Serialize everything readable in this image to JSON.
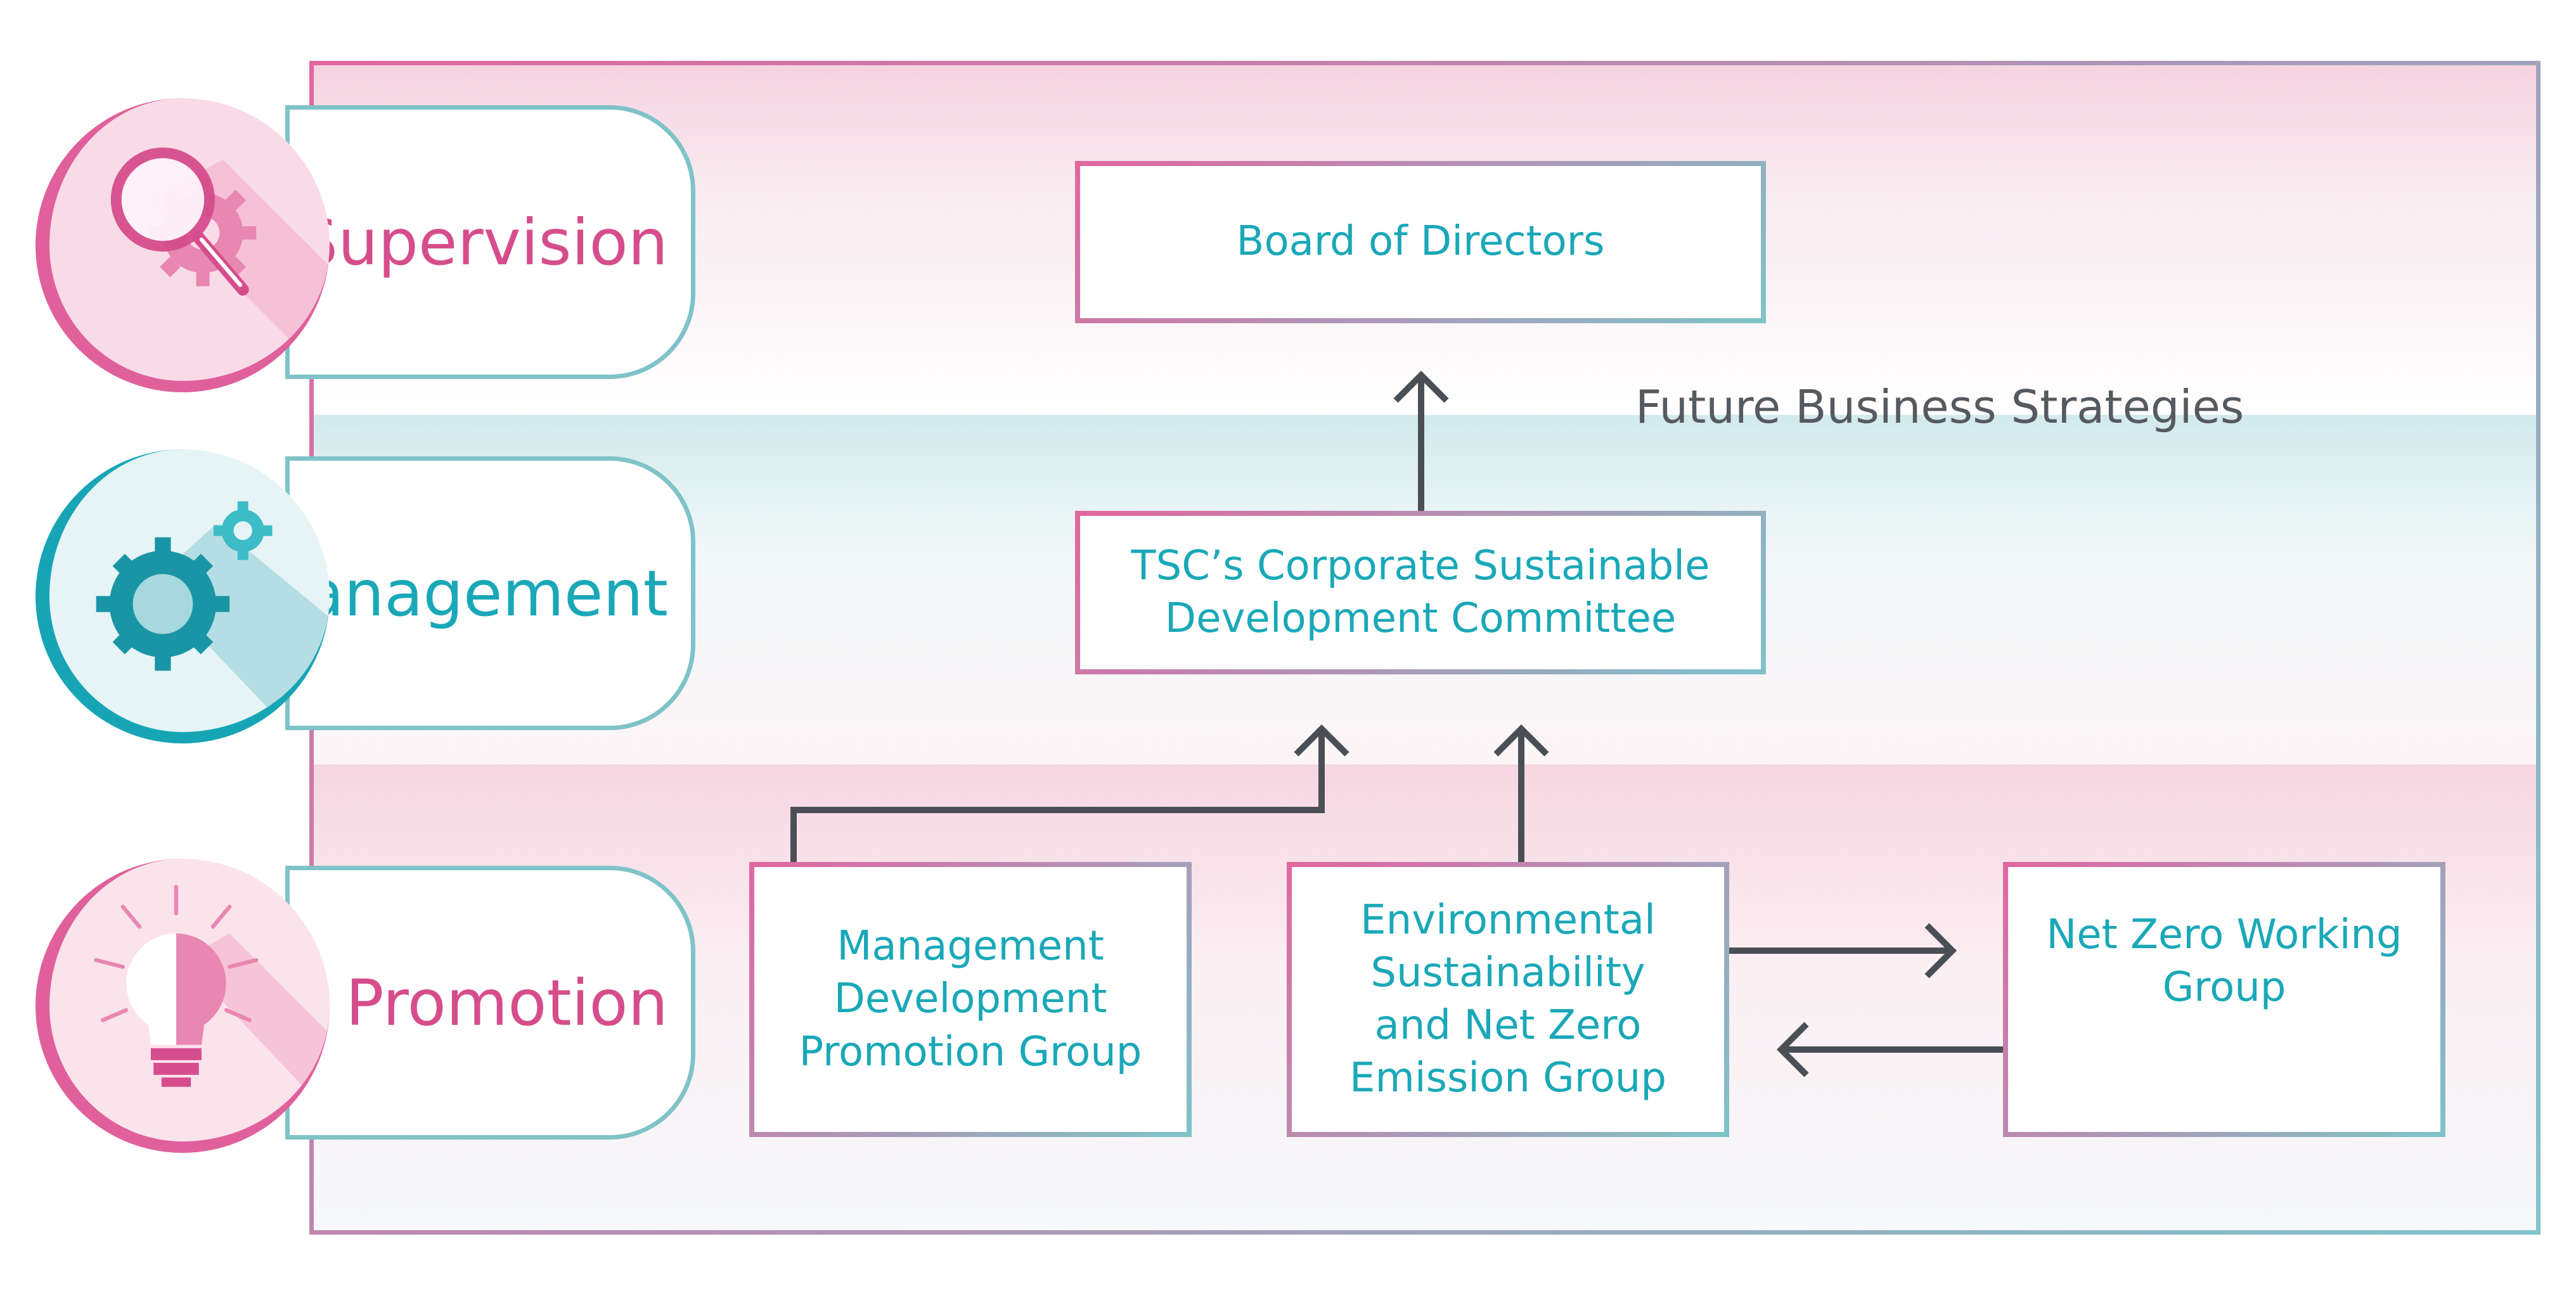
{
  "colors": {
    "pink": "#d64d8c",
    "teal": "#1aa8b8",
    "arrow": "#4a4f55",
    "strategy_text": "#555a60"
  },
  "tiers": [
    {
      "label": "Supervision",
      "icon": "magnifier-gear-icon",
      "color": "#d64d8c"
    },
    {
      "label": "Management",
      "icon": "gears-icon",
      "color": "#1aa8b8"
    },
    {
      "label": "Promotion",
      "icon": "lightbulb-icon",
      "color": "#d64d8c"
    }
  ],
  "boxes": {
    "board": "Board of Directors",
    "committee": "TSC’s Corporate Sustainable\nDevelopment Committee",
    "mgmt_group": "Management\nDevelopment\nPromotion Group",
    "env_group": "Environmental\nSustainability\nand Net Zero\nEmission Group",
    "netzero_group": "Net Zero Working\nGroup"
  },
  "strategy_label": "Future Business Strategies"
}
